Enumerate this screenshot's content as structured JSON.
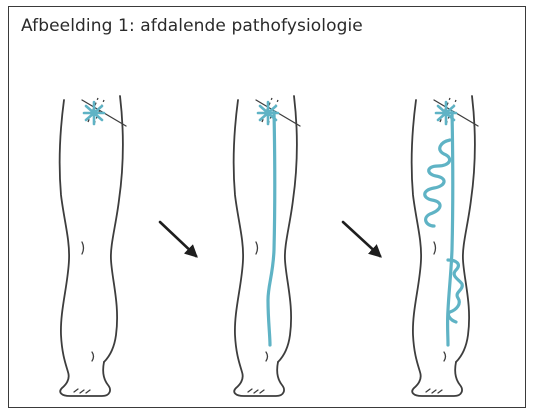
{
  "figure": {
    "caption": "Afbeelding 1: afdalende pathofysiologie"
  },
  "colors": {
    "vein": "#5fb3c5",
    "outline": "#3d3d3d",
    "frame": "#3a3a3a"
  },
  "panels": [
    {
      "stage": 1,
      "vein_extent": "none"
    },
    {
      "stage": 2,
      "vein_extent": "straight vein down to ankle"
    },
    {
      "stage": 3,
      "vein_extent": "tortuous varicose branches"
    }
  ],
  "arrows": 2
}
